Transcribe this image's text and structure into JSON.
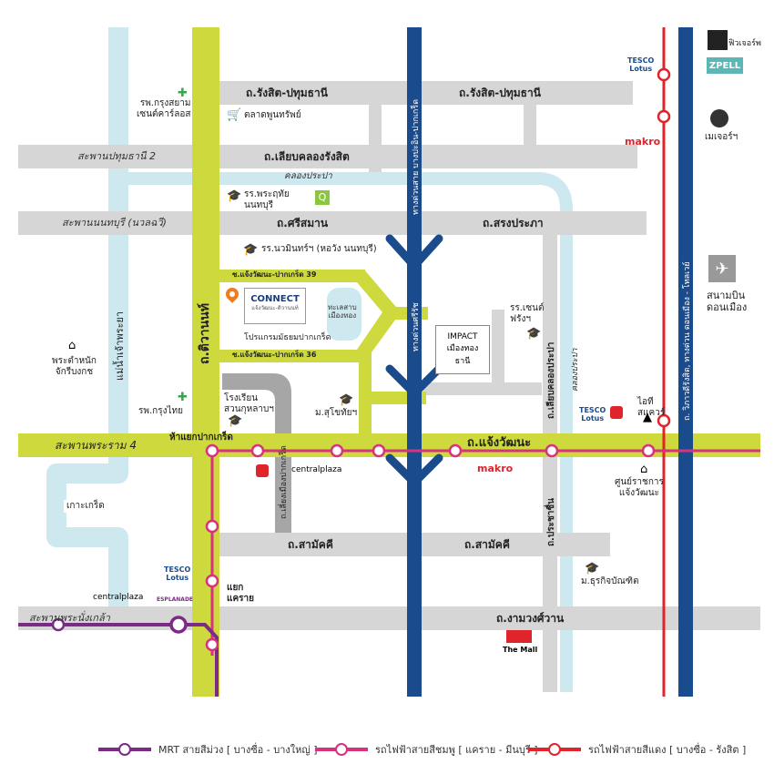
{
  "colors": {
    "road": "#d6d6d6",
    "main_road": "#cdd93d",
    "expressway": "#1a4b8c",
    "canal": "#cde8ef",
    "purple_line": "#7b2a85",
    "pink_line": "#d8327f",
    "red_line": "#e0242b",
    "highlight": "#cdd93d"
  },
  "roads": {
    "rangsit_pathum_left": "ถ.รังสิต-ปทุมธานี",
    "rangsit_pathum_right": "ถ.รังสิต-ปทุมธานี",
    "liap_khlong": "ถ.เลียบคลองรังสิต",
    "khlong_prapa": "คลองประปา",
    "sri_saman": "ถ.ศรีสมาน",
    "song_prapa": "ถ.สรงประภา",
    "soi39": "ซ.แจ้งวัฒนะ-ปากเกร็ด 39",
    "soi36": "ซ.แจ้งวัฒนะ-ปากเกร็ด 36",
    "tiwanon": "ถ.ติวานนท์",
    "chaengwattana": "ถ.แจ้งวัฒนะ",
    "liap_pakkret": "ถ.เลี่ยงเมืองปากเกร็ด",
    "samakkhi_left": "ถ.สามัคคี",
    "samakkhi_right": "ถ.สามัคคี",
    "prachachuen": "ถ.ประชาชื่น",
    "liap_khlong_prapa": "ถ.เลียบคลองประปา",
    "khlong_prapa_v": "คลองประปา",
    "ngamwongwan": "ถ.งามวงศ์วาน",
    "expressway_v": "ทางด่วนศรีรัช",
    "expressway_top": "ทางด่วนสาย บางปะอิน-ปากเกร็ด",
    "vibhavadi": "ถ. วิภาวดีรังสิต, ทางด่วน ดอนเมือง - โทลเวย์",
    "chao_phraya": "แม่น้ำเจ้าพระยา",
    "pakkret_intersection": "ห้าแยกปากเกร็ด",
    "khae_rai": "แยก\nแคราย"
  },
  "bridges": {
    "pathum2": "สะพานปทุมธานี 2",
    "nonthaburi": "สะพานนนทบุรี (นวลฉวี)",
    "rama4": "สะพานพระราม 4",
    "nangklao": "สะพานพระนั่งเกล้า"
  },
  "places": {
    "kungsiam": "รพ.กรุงสยาม\nเซนต์คาร์ลอส",
    "phunsap": "ตลาดพูนทรัพย์",
    "pradu": "รร.พระฤทัย\nนนทบุรี",
    "nawamin": "รร.นวมินทร์ฯ (หอวัง นนทบุรี)",
    "lake": "ทะเลสาบ\nเมืองทอง",
    "connect_name": "CONNECT",
    "connect_sub": "แจ้งวัฒนะ-ติวานนท์",
    "pakkret_school": "โปรแกรมมัธยมปากเกร็ด",
    "impact": "IMPACT\nเมืองทอง\nธานี",
    "st_francis": "รร.เซนต์\nฟรังฯ",
    "suanthong": "โรงเรียน\nสวนกุหลาบฯ",
    "krungthai": "รพ.กรุงไทย",
    "sukhothai": "ม.สุโขทัยฯ",
    "palace": "พระตำหนัก\nจักรีบงกช",
    "koh_kret": "เกาะเกร็ด",
    "it_square": "ไอที\nสแควร์",
    "govt_center": "ศูนย์ราชการ\nแจ้งวัฒนะ",
    "dhurakij": "ม.ธุรกิจบัณฑิต",
    "donmuang": "สนามบิน\nดอนเมือง",
    "future_park": "ฟิวเจอร์พ",
    "zpell": "ZPELL",
    "major": "เมเจอร์ฯ",
    "the_mall": "The Mall"
  },
  "brands": {
    "tesco_top": "TESCO\nLotus",
    "makro_top": "makro",
    "tesco_right": "TESCO\nLotus",
    "makro_mid": "makro",
    "central_mid": "centralplaza",
    "tesco_left": "TESCO\nLotus",
    "central_left": "centralplaza",
    "esplanade": "ESPLANADE"
  },
  "legend": {
    "purple": "MRT สายสีม่วง [ บางซื่อ - บางใหญ่ ]",
    "pink": "รถไฟฟ้าสายสีชมพู [ แคราย - มีนบุรี ]",
    "red": "รถไฟฟ้าสายสีแดง [ บางซื่อ - รังสิต ]"
  }
}
